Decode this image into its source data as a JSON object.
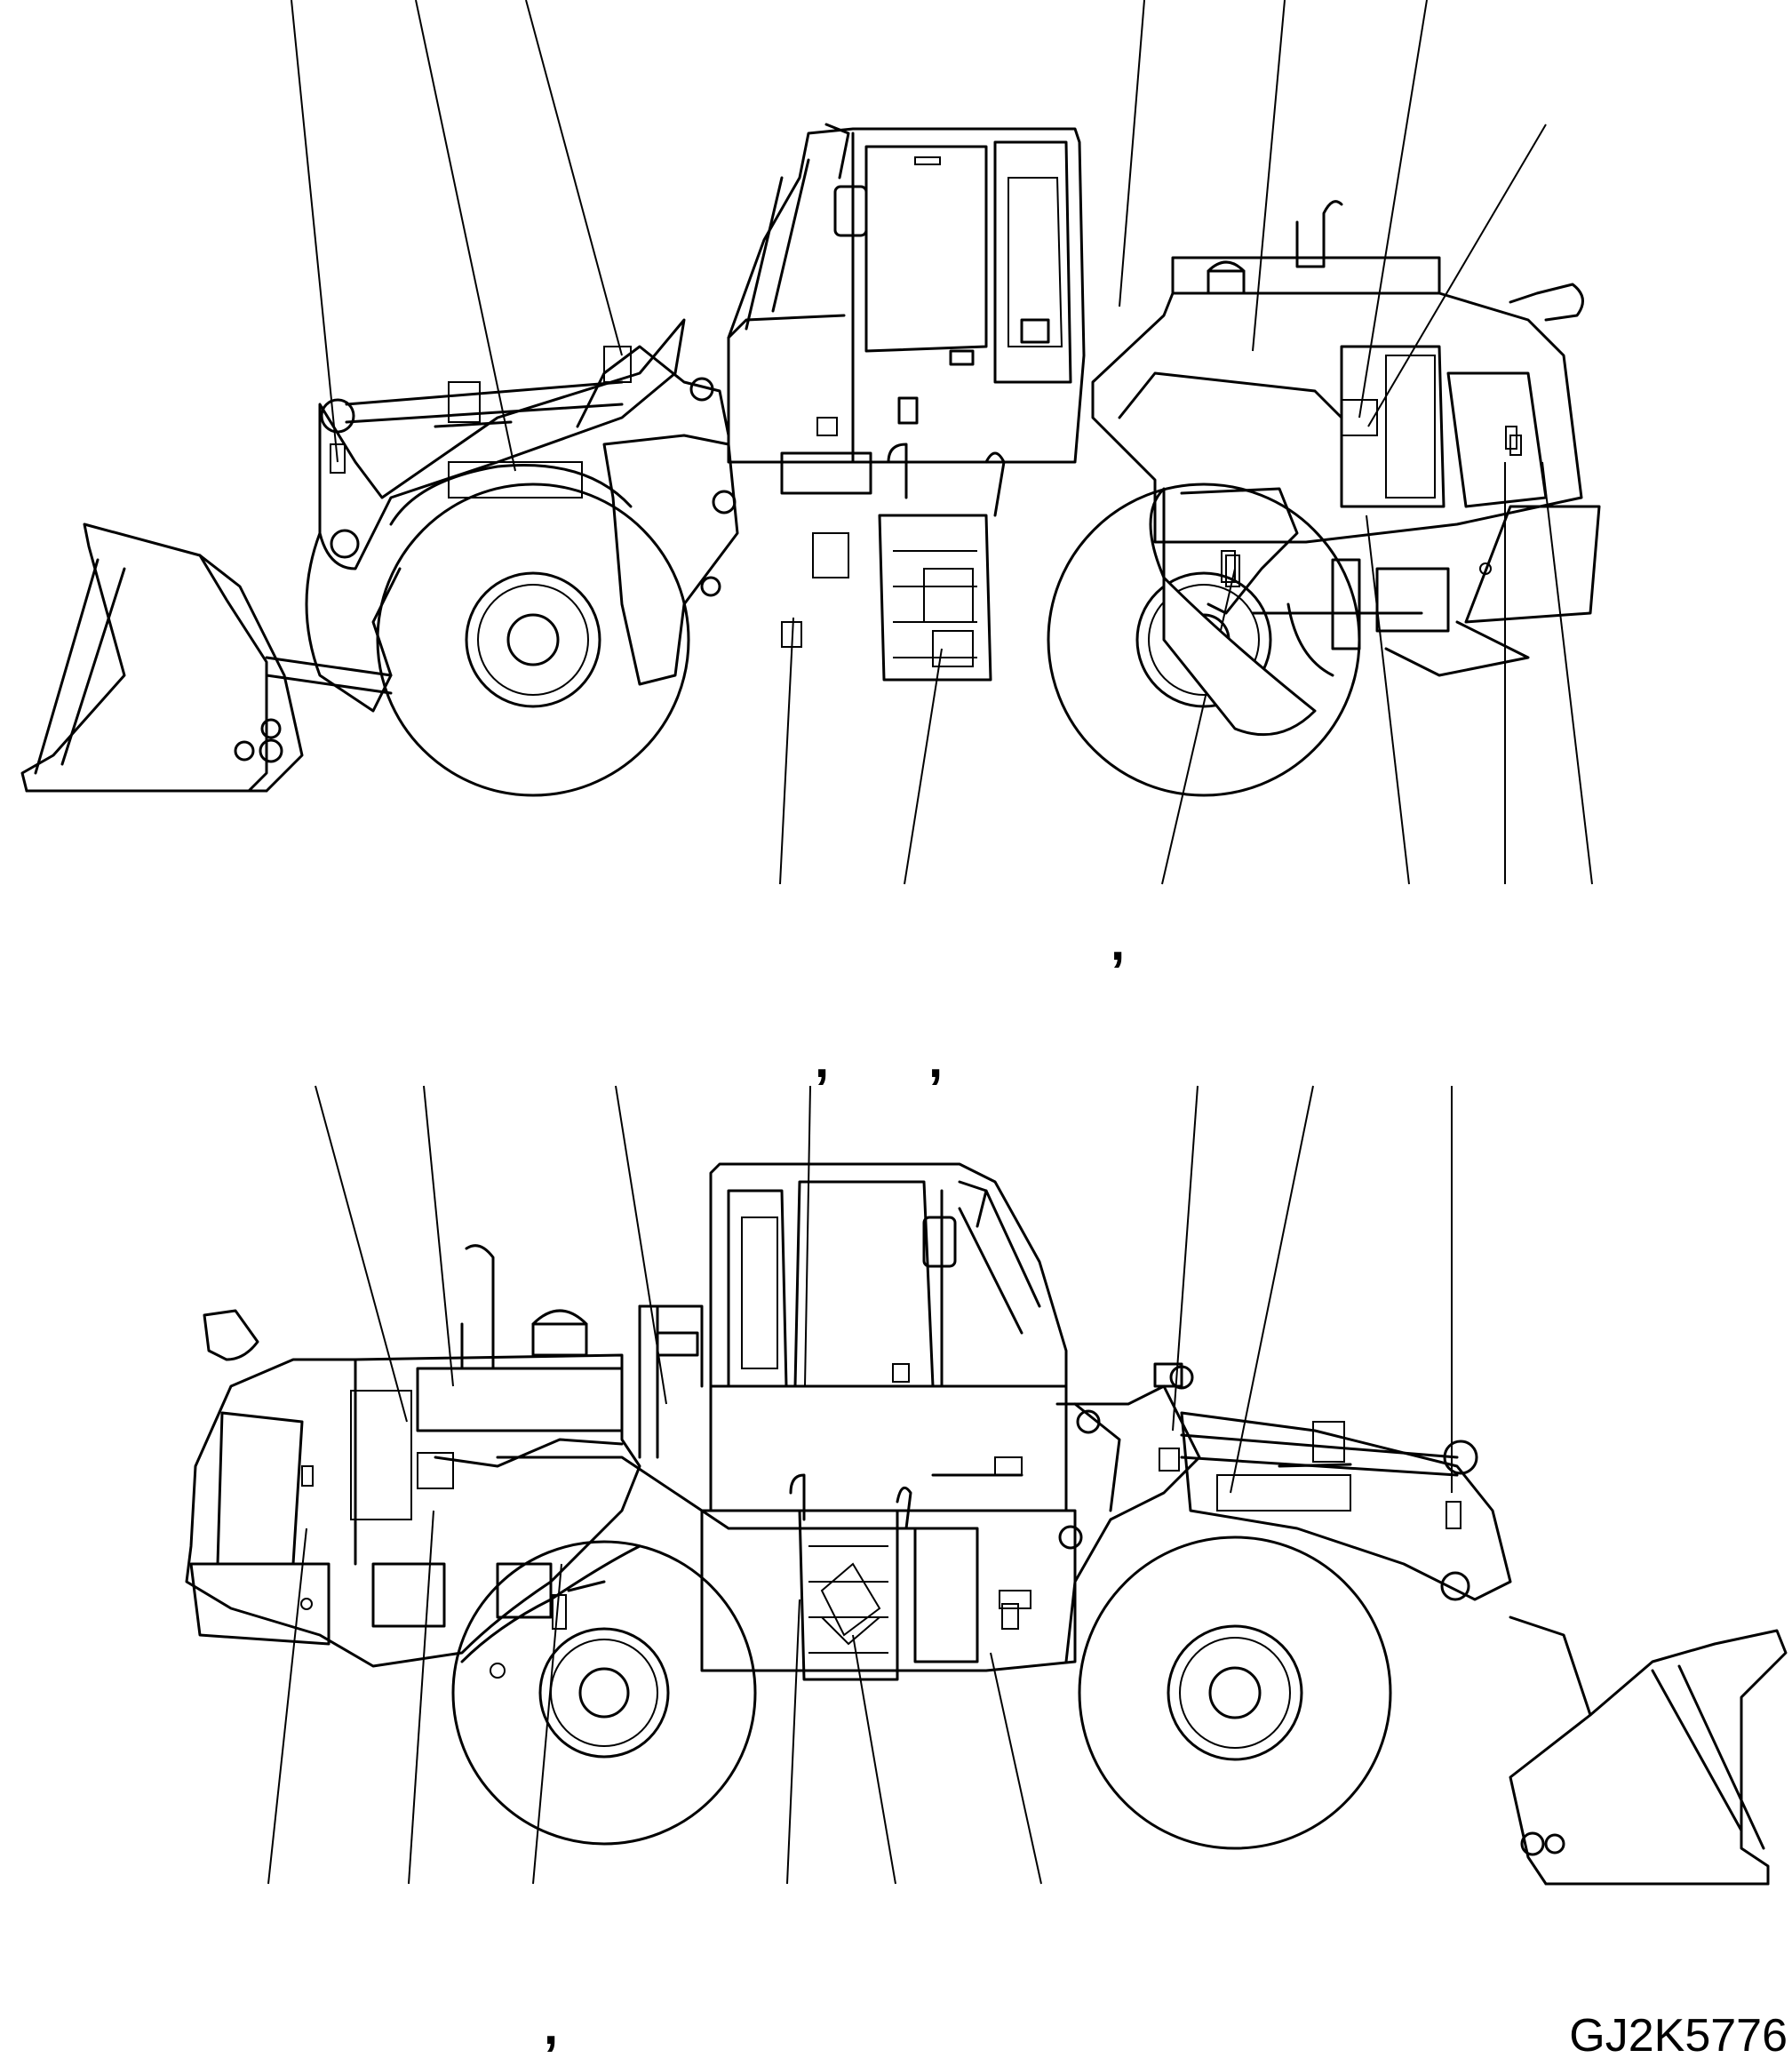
{
  "figure": {
    "reference_code": "GJ2K5776",
    "separator_glyph": ","
  },
  "views": [
    {
      "id": "left-side-view"
    },
    {
      "id": "right-side-view"
    }
  ]
}
